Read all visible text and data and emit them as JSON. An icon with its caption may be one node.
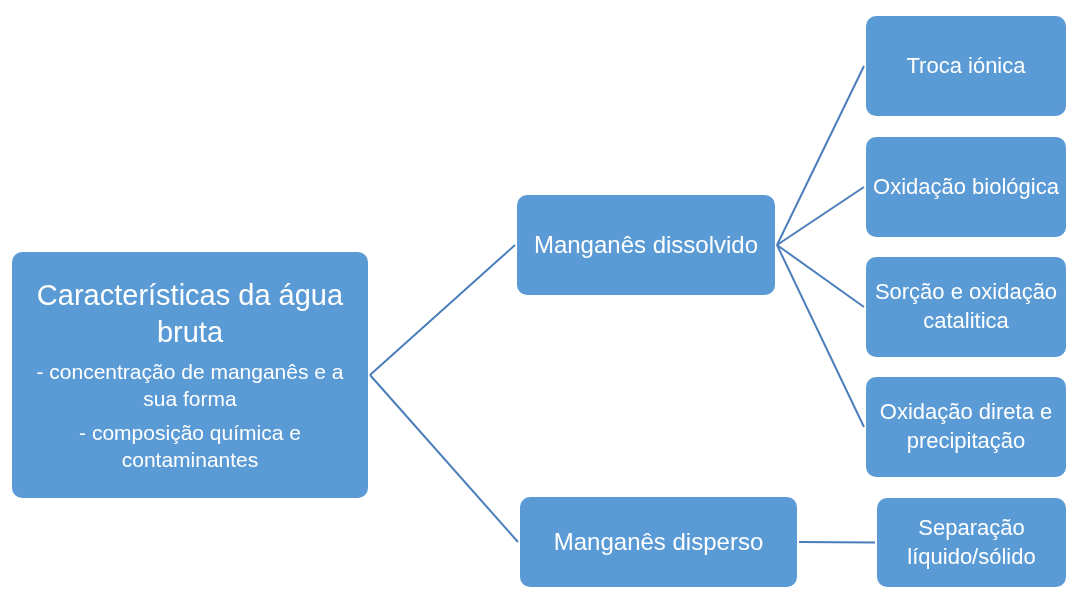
{
  "diagram": {
    "nodes": [
      {
        "text": [
          "Características da água bruta",
          "- concentração de manganês e a sua forma",
          "- composição química e contaminantes"
        ]
      },
      {
        "text": [
          "Manganês dissolvido"
        ]
      },
      {
        "text": [
          "Manganês disperso"
        ]
      },
      {
        "text": [
          "Troca iónica"
        ]
      },
      {
        "text": [
          "Oxidação biológica"
        ]
      },
      {
        "text": [
          "Sorção e oxidação catalitica"
        ]
      },
      {
        "text": [
          "Oxidação direta e precipitação"
        ]
      },
      {
        "text": [
          "Separação líquido/sólido"
        ]
      }
    ],
    "edges": [
      {
        "from": 0,
        "to": 1,
        "arrow": "none"
      },
      {
        "from": 0,
        "to": 2,
        "arrow": "none"
      },
      {
        "from": 1,
        "to": 3,
        "arrow": "none"
      },
      {
        "from": 1,
        "to": 4,
        "arrow": "none"
      },
      {
        "from": 1,
        "to": 5,
        "arrow": "none"
      },
      {
        "from": 1,
        "to": 6,
        "arrow": "none"
      },
      {
        "from": 2,
        "to": 7,
        "arrow": "none"
      }
    ]
  }
}
